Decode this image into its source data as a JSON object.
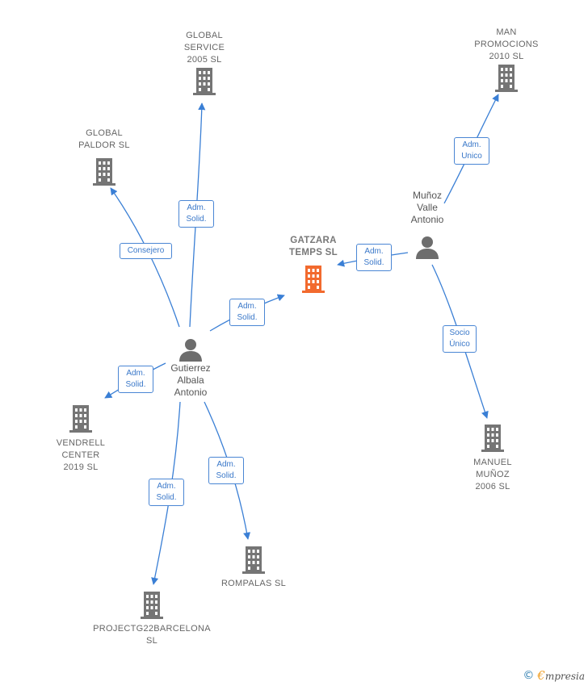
{
  "colors": {
    "edge": "#3a7fd5",
    "company_icon": "#757575",
    "center_icon": "#f26a2e",
    "person_icon": "#6d6d6d"
  },
  "center": {
    "name_lines": [
      "GATZARA",
      "TEMPS  SL"
    ],
    "icon": "building-icon"
  },
  "companies": {
    "global_service": [
      "GLOBAL",
      "SERVICE",
      "2005  SL"
    ],
    "global_paldor": [
      "GLOBAL",
      "PALDOR  SL"
    ],
    "man_promocions": [
      "MAN",
      "PROMOCIONS",
      "2010 SL"
    ],
    "vendrell_center": [
      "VENDRELL",
      "CENTER",
      "2019  SL"
    ],
    "manuel_munoz": [
      "MANUEL",
      "MUÑOZ",
      "2006 SL"
    ],
    "rompalas": [
      "ROMPALAS  SL"
    ],
    "projectg22": [
      "PROJECTG22BARCELONA",
      "SL"
    ]
  },
  "persons": {
    "gutierrez": [
      "Gutierrez",
      "Albala",
      "Antonio"
    ],
    "munoz": [
      "Muñoz",
      "Valle",
      "Antonio"
    ]
  },
  "relations": {
    "adm_solid": [
      "Adm.",
      "Solid."
    ],
    "adm_unico": [
      "Adm.",
      "Unico"
    ],
    "consejero": [
      "Consejero"
    ],
    "socio_unico": [
      "Socio",
      "Único"
    ]
  },
  "footer": {
    "copyright_symbol": "©",
    "brand_initial": "€",
    "brand_rest": "mpresia"
  }
}
